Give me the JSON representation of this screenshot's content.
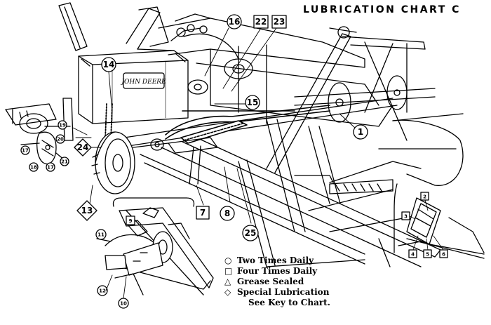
{
  "title": "LUBRICATION CHART C",
  "brand_plate": "JOHN DEERE",
  "callouts": {
    "c1": "1",
    "c2": "2",
    "c3": "3",
    "c4": "4",
    "c5": "5",
    "c6": "6",
    "c7": "7",
    "c8": "8",
    "c9": "9",
    "c10": "10",
    "c11": "11",
    "c12": "12",
    "c13": "13",
    "c14": "14",
    "c15": "15",
    "c16": "16",
    "c17": "17",
    "c18": "18",
    "c19": "19",
    "c20": "20",
    "c21": "21",
    "c22": "22",
    "c23": "23",
    "c24": "24",
    "c25": "25"
  },
  "legend": {
    "two_times_symbol": "○",
    "two_times": "Two Times Daily",
    "four_times_symbol": "□",
    "four_times": "Four Times Daily",
    "grease_symbol": "△",
    "grease": "Grease Sealed",
    "special_symbol": "◇",
    "special_line1": "Special Lubrication",
    "special_line2": "See Key to Chart."
  }
}
